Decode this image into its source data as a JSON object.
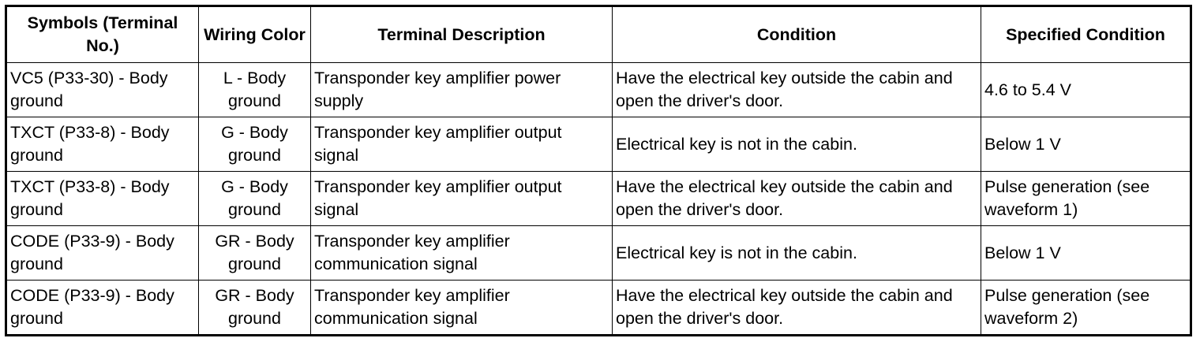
{
  "table": {
    "headers": [
      "Symbols (Terminal No.)",
      "Wiring Color",
      "Terminal Description",
      "Condition",
      "Specified Condition"
    ],
    "rows": [
      {
        "symbol": "VC5 (P33-30) - Body ground",
        "wiring": "L - Body ground",
        "description": "Transponder key amplifier power supply",
        "condition": "Have the electrical key outside the cabin and open the driver's door.",
        "specified": "4.6 to 5.4 V"
      },
      {
        "symbol": "TXCT (P33-8) - Body ground",
        "wiring": "G - Body ground",
        "description": "Transponder key amplifier output signal",
        "condition": "Electrical key is not in the cabin.",
        "specified": "Below 1 V"
      },
      {
        "symbol": "TXCT (P33-8) - Body ground",
        "wiring": "G - Body ground",
        "description": "Transponder key amplifier output signal",
        "condition": "Have the electrical key outside the cabin and open the driver's door.",
        "specified": "Pulse generation (see waveform 1)"
      },
      {
        "symbol": "CODE (P33-9) - Body ground",
        "wiring": "GR - Body ground",
        "description": "Transponder key amplifier communication signal",
        "condition": "Electrical key is not in the cabin.",
        "specified": "Below 1 V"
      },
      {
        "symbol": "CODE (P33-9) - Body ground",
        "wiring": "GR - Body ground",
        "description": "Transponder key amplifier communication signal",
        "condition": "Have the electrical key outside the cabin and open the driver's door.",
        "specified": "Pulse generation (see waveform 2)"
      }
    ]
  }
}
